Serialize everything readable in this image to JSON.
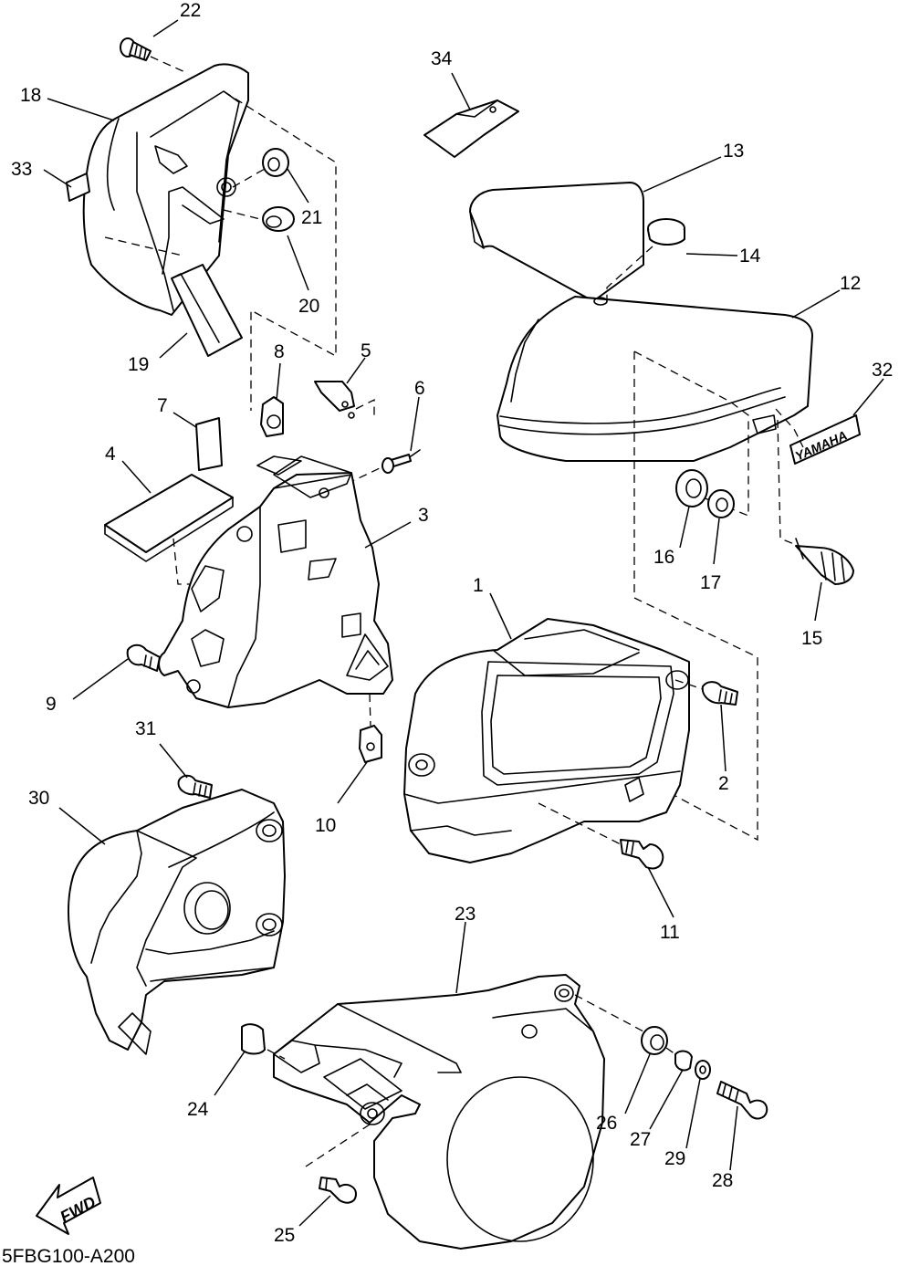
{
  "diagram": {
    "drawing_code": "5FBG100-A200",
    "brand_label": "YAMAHA",
    "fwd_label": "FWD",
    "callouts": {
      "c1": "1",
      "c2": "2",
      "c3": "3",
      "c4": "4",
      "c5": "5",
      "c6": "6",
      "c7": "7",
      "c8": "8",
      "c9": "9",
      "c10": "10",
      "c11": "11",
      "c12": "12",
      "c13": "13",
      "c14": "14",
      "c15": "15",
      "c16": "16",
      "c17": "17",
      "c18": "18",
      "c19": "19",
      "c20": "20",
      "c21": "21",
      "c22": "22",
      "c23": "23",
      "c24": "24",
      "c25": "25",
      "c26": "26",
      "c27": "27",
      "c28": "28",
      "c29": "29",
      "c30": "30",
      "c31": "31",
      "c32": "32",
      "c33": "33",
      "c34": "34"
    }
  }
}
